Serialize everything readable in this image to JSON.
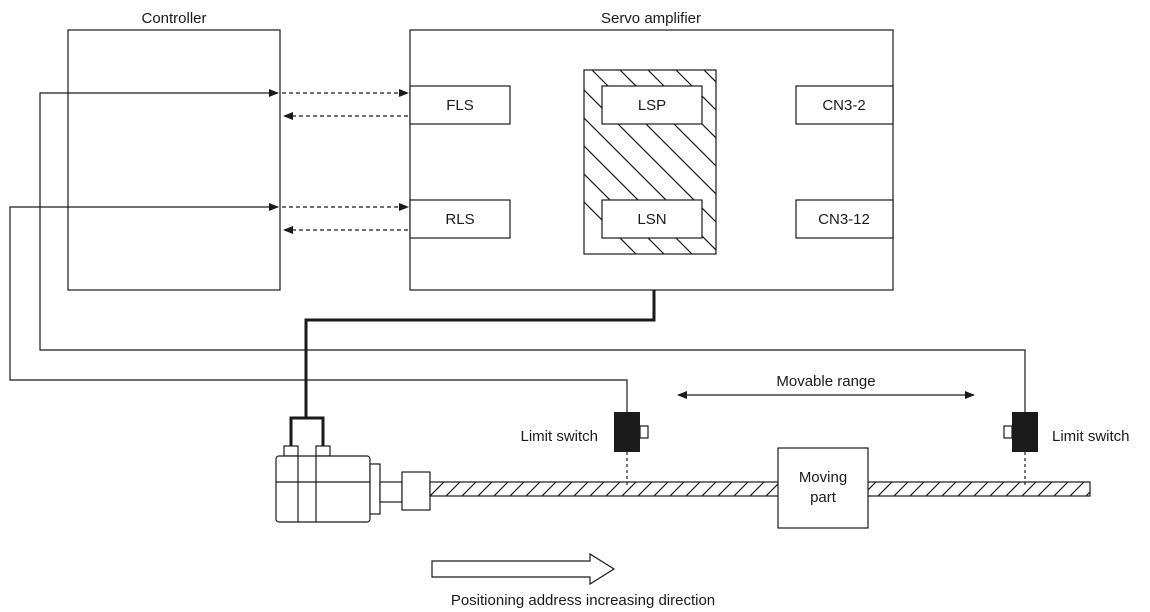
{
  "controller": {
    "title": "Controller"
  },
  "servo_amplifier": {
    "title": "Servo amplifier",
    "signals": [
      "FLS",
      "RLS",
      "LSP",
      "LSN",
      "CN3-2",
      "CN3-12"
    ]
  },
  "mechanism": {
    "limit_switch_left": "Limit switch",
    "limit_switch_right": "Limit switch",
    "movable_range": "Movable range",
    "moving_part_line1": "Moving",
    "moving_part_line2": "part"
  },
  "direction_caption": "Positioning address increasing direction"
}
